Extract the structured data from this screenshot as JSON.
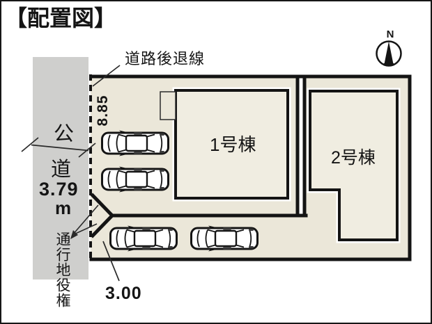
{
  "title": "【配置図】",
  "compass": {
    "north_label": "N"
  },
  "road": {
    "name_chars": [
      "公",
      "道"
    ],
    "width_value": "3.79",
    "width_unit": "m"
  },
  "dimensions": {
    "frontage": "8.85",
    "driveway_width": "3.00"
  },
  "labels": {
    "setback_line": "道路後退線",
    "easement": "通行地役権"
  },
  "buildings": [
    {
      "label": "1号棟"
    },
    {
      "label": "2号棟"
    }
  ],
  "cars": {
    "count": 4
  },
  "colors": {
    "road_fill": "#cfcfcd",
    "site_fill": "#ebe7d9",
    "building_fill": "#f0ede1",
    "line": "#141414",
    "car_fill": "#ffffff"
  }
}
